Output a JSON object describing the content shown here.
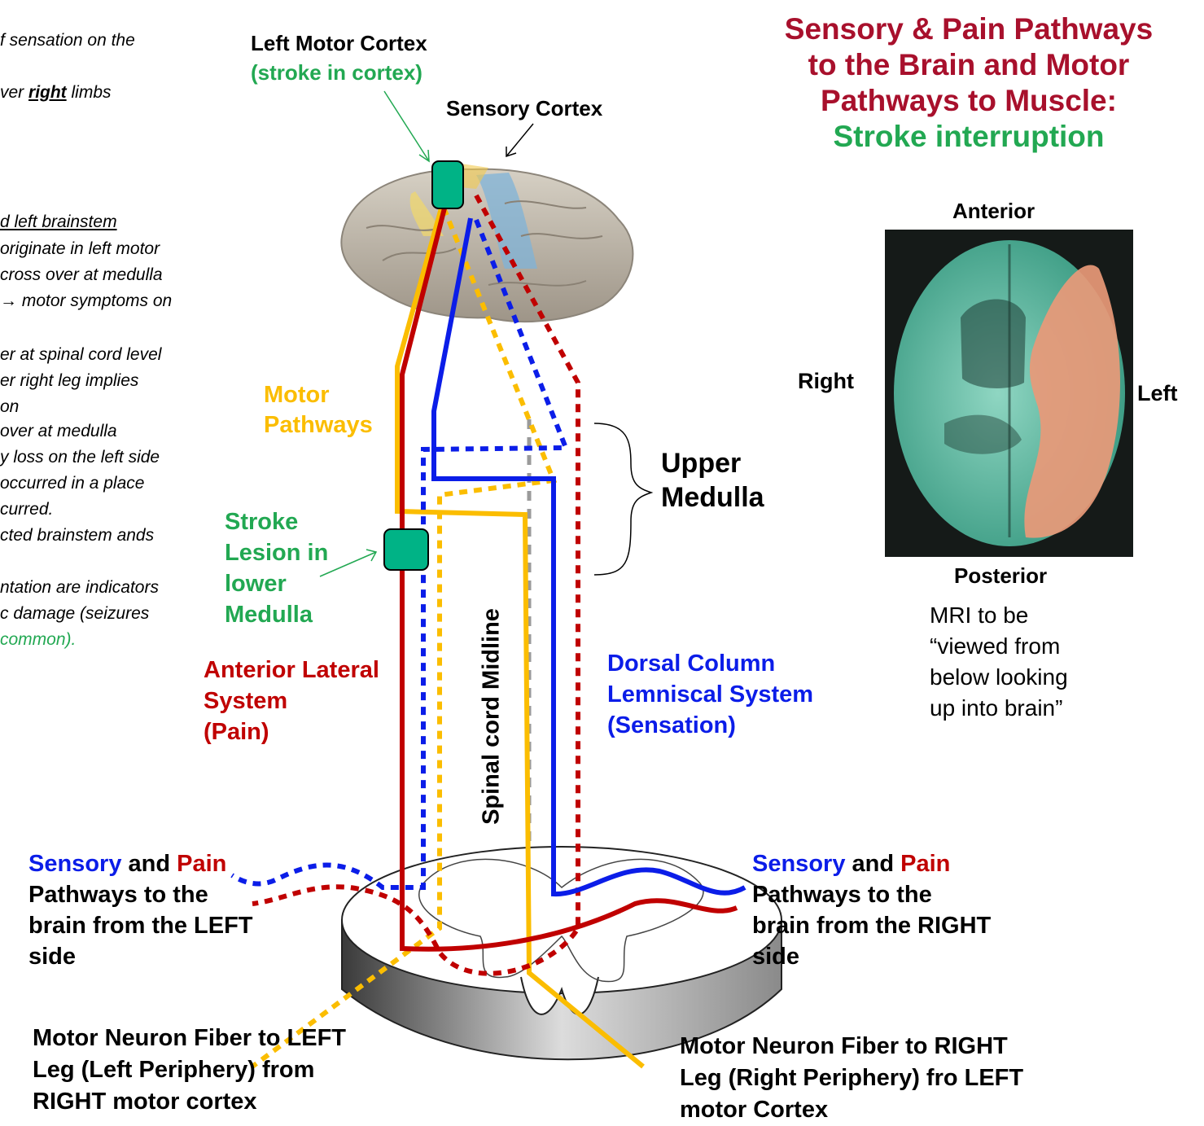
{
  "title": {
    "line1": "Sensory & Pain Pathways",
    "line2": "to the Brain and Motor",
    "line3": "Pathways to Muscle:",
    "line4": "Stroke interruption"
  },
  "notes": [
    "f sensation on the",
    "ver ",
    "right",
    " limbs",
    "d left brainstem",
    " originate in left motor",
    "cross over at medulla",
    "→ motor symptoms on",
    "er at spinal cord level",
    "er right leg implies",
    "on",
    " over at medulla",
    "y loss on the left side",
    " occurred in a place",
    "curred.",
    "cted brainstem ands",
    "ntation are indicators",
    "c damage (seizures",
    "common)."
  ],
  "labels": {
    "left_motor_cortex": "Left Motor Cortex",
    "stroke_in_cortex": "(stroke in cortex)",
    "sensory_cortex": "Sensory Cortex",
    "motor_pathways_1": "Motor",
    "motor_pathways_2": "Pathways",
    "stroke_lesion_1": "Stroke",
    "stroke_lesion_2": "Lesion in",
    "stroke_lesion_3": "lower",
    "stroke_lesion_4": "Medulla",
    "upper_medulla_1": "Upper",
    "upper_medulla_2": "Medulla",
    "midline": "Spinal cord Midline",
    "als_1": "Anterior Lateral",
    "als_2": "System",
    "als_3": "(Pain)",
    "dcls_1": "Dorsal Column",
    "dcls_2": "Lemniscal System",
    "dcls_3": "(Sensation)",
    "left_sensory": "Sensory",
    "left_and": " and ",
    "left_pain": "Pain",
    "left_line2": "Pathways to the",
    "left_line3": "brain from the LEFT",
    "left_line4": "side",
    "right_sensory": "Sensory",
    "right_and": " and ",
    "right_pain": "Pain",
    "right_line2": "Pathways to the",
    "right_line3": "brain from the RIGHT",
    "right_line4": "side",
    "motor_left_1": "Motor Neuron Fiber to LEFT",
    "motor_left_2": "Leg (Left Periphery) from",
    "motor_left_3": "RIGHT motor cortex",
    "motor_right_1": "Motor Neuron Fiber to RIGHT",
    "motor_right_2": "Leg (Right Periphery) fro LEFT",
    "motor_right_3": "motor Cortex"
  },
  "mri": {
    "anterior": "Anterior",
    "posterior": "Posterior",
    "right": "Right",
    "left": "Left",
    "caption_1": "MRI to be",
    "caption_2": "“viewed from",
    "caption_3": "below looking",
    "caption_4": "up into brain”"
  },
  "colors": {
    "title": "#a8102c",
    "green": "#22a852",
    "motor": "#fbbd00",
    "pain": "#c00000",
    "sensory": "#0b1de8",
    "lesion": "#00b386"
  }
}
